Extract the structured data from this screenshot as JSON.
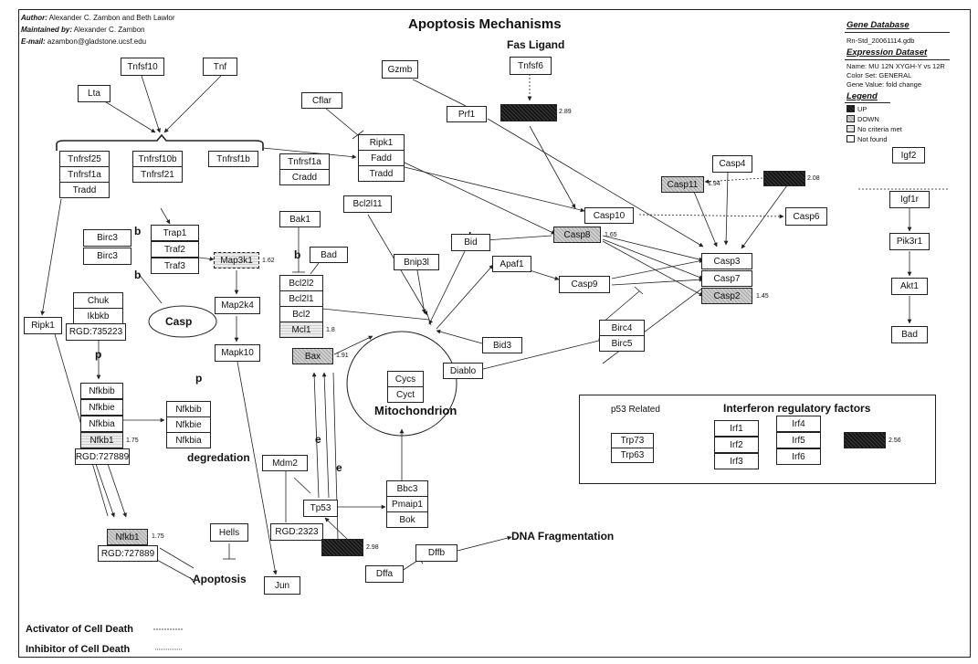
{
  "header": {
    "author_label": "Author:",
    "author": "Alexander C. Zambon and Beth Lawlor",
    "maintainer_label": "Maintained by:",
    "maintainer": "Alexander C. Zambon",
    "email_label": "E-mail:",
    "email": "azambon@gladstone.ucsf.edu",
    "title": "Apoptosis Mechanisms"
  },
  "info_panel": {
    "gene_db_header": "Gene Database",
    "gene_db": "Rn-Std_20061114.gdb",
    "expr_header": "Expression Dataset",
    "expr_name": "Name: MU 12N XYGH-Y vs 12R",
    "color_set": "Color Set: GENERAL",
    "gene_value": "Gene Value: fold change",
    "legend_header": "Legend",
    "legend_items": [
      "UP",
      "DOWN",
      "No criteria met",
      "Not found"
    ]
  },
  "colors": {
    "up": "#1e1e1e",
    "down": "#bdbdbd",
    "no_criteria": "#dcdcdc",
    "not_found": "#ffffff",
    "line": "#222222"
  },
  "labels": {
    "fas_ligand": "Fas Ligand",
    "casp_cluster": "Casp",
    "mitochondrion": "Mitochondrion",
    "degredation": "degredation",
    "apoptosis": "Apoptosis",
    "dna_fragmentation": "DNA Fragmentation",
    "p53_related": "p53 Related",
    "interferon": "Interferon regulatory factors",
    "activator": "Activator of Cell Death",
    "inhibitor": "Inhibitor of Cell Death",
    "b1": "b",
    "b2": "b",
    "b3": "b",
    "b4": "b",
    "p1": "p",
    "p2": "p",
    "e1": "e",
    "e2": "e"
  },
  "nodes": {
    "tnfsf10": "Tnfsf10",
    "tnf": "Tnf",
    "lta": "Lta",
    "tnfrsf25": "Tnfrsf25",
    "tnfrsf1a_l": "Tnfrsf1a",
    "tradd_l": "Tradd",
    "tnfrsf10b": "Tnfrsf10b",
    "tnfrsf21": "Tnfrsf21",
    "tnfrsf1b": "Tnfrsf1b",
    "gzmb": "Gzmb",
    "prf1": "Prf1",
    "tnfsf6": "Tnfsf6",
    "cflar": "Cflar",
    "ripk1_c": "Ripk1",
    "fadd": "Fadd",
    "tradd_c": "Tradd",
    "tnfrsf1a_c": "Tnfrsf1a",
    "cradd": "Cradd",
    "bcl2l11": "Bcl2l11",
    "bak1": "Bak1",
    "bad_c": "Bad",
    "bcl2l2": "Bcl2l2",
    "bcl2l1": "Bcl2l1",
    "bcl2": "Bcl2",
    "mcl1": "Mcl1",
    "bnip3l": "Bnip3l",
    "bid": "Bid",
    "apaf1": "Apaf1",
    "bid3": "Bid3",
    "bax": "Bax",
    "cycs": "Cycs",
    "cyct": "Cyct",
    "diablo": "Diablo",
    "casp8": "Casp8",
    "casp10": "Casp10",
    "casp9": "Casp9",
    "birc4": "Birc4",
    "birc5": "Birc5",
    "casp3": "Casp3",
    "casp7": "Casp7",
    "casp2": "Casp2",
    "casp4": "Casp4",
    "casp11": "Casp11",
    "casp6": "Casp6",
    "igf2": "Igf2",
    "igf1r": "Igf1r",
    "pik3r1": "Pik3r1",
    "akt1": "Akt1",
    "bad_r": "Bad",
    "birc3a": "Birc3",
    "birc3b": "Birc3",
    "trap1": "Trap1",
    "traf2": "Traf2",
    "traf3": "Traf3",
    "map3k1": "Map3k1",
    "map2k4": "Map2k4",
    "mapk10": "Mapk10",
    "chuk": "Chuk",
    "ikbkb": "Ikbkb",
    "rgd1": "RGD:735223",
    "ripk1_l": "Ripk1",
    "nfkbib_a": "Nfkbib",
    "nfkbie_a": "Nfkbie",
    "nfkbia_a": "Nfkbia",
    "nfkb1_a": "Nfkb1",
    "rgd2": "RGD:727889",
    "nfkbib_b": "Nfkbib",
    "nfkbie_b": "Nfkbie",
    "nfkbia_b": "Nfkbia",
    "nfkb1_c": "Nfkb1",
    "rgd3": "RGD:727889",
    "hells": "Hells",
    "jun": "Jun",
    "mdm2": "Mdm2",
    "rgd4": "RGD:2323",
    "tp53": "Tp53",
    "bbc3": "Bbc3",
    "pmaip1": "Pmaip1",
    "bok": "Bok",
    "dffb": "Dffb",
    "dffa": "Dffa",
    "trp73": "Trp73",
    "trp63": "Trp63",
    "irf1": "Irf1",
    "irf2": "Irf2",
    "irf3": "Irf3",
    "irf4": "Irf4",
    "irf5": "Irf5",
    "irf6": "Irf6"
  },
  "values": {
    "tnfsf6": "2.89",
    "map3k1": "1.62",
    "mcl1": "1.8",
    "bax": "1.91",
    "casp8": "1.65",
    "casp2": "1.45",
    "casp11": "1.94",
    "casp4_box": "2.08",
    "nfkb1_a": "1.75",
    "nfkb1_c": "1.75",
    "tp53_box": "2.98",
    "irf_box": "2.56"
  }
}
